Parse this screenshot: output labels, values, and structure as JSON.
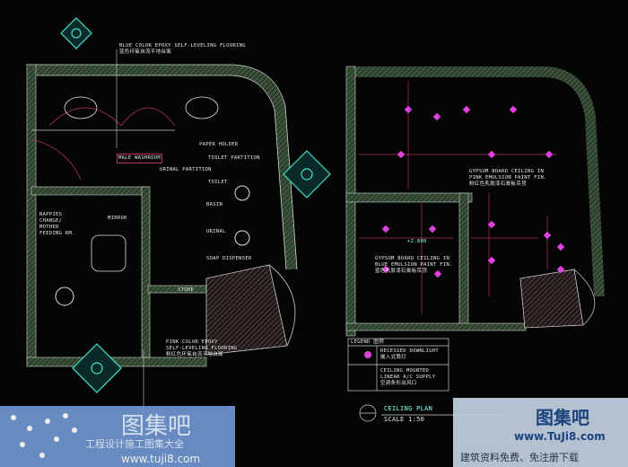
{
  "left_plan": {
    "floor_note_blue": "BLUE COLOR EPOXY SELF-LEVELING FLOORING\n蓝色环氧自流平地台面",
    "room_male": "MALE WASHROOM",
    "room_nappies": "NAPPIES\nCHANGE/\nMOTHER\nFEEDING RM.",
    "room_store": "STORE",
    "floor_note_pink": "PINK COLOR EPOXY\nSELF-LEVELING FLOORING\n粉红色环氧自流平地台面",
    "fixture_labels": [
      "PAPER HOLDER",
      "TOILET PARTITION",
      "URINAL PARTITION",
      "TOILET",
      "URINAL",
      "BASIN",
      "MIRROR",
      "SOAP DISPENSER"
    ]
  },
  "right_plan": {
    "ceiling_pink": "GYPSUM BOARD CEILING IN\nPINK EMULSION PAINT FIN.\n粉红色乳胶漆石膏板吊顶",
    "ceiling_blue": "GYPSUM BOARD CEILING IN\nBLUE EMULSION PAINT FIN.\n蓝色乳胶漆石膏板吊顶",
    "legend_title": "LEGEND 图例",
    "legend_items": [
      {
        "label": "RECESSED DOWNLIGHT\n嵌入式筒灯"
      },
      {
        "label": "CEILING MOUNTED\nLINEAR A/C SUPPLY\n空调条形出风口"
      }
    ],
    "plan_title": "CEILING PLAN",
    "scale": "SCALE 1:50",
    "level": "+2.800"
  },
  "watermark_left": {
    "logo": "图集吧",
    "slogan": "工程设计施工图集大全",
    "url": "www.tuji8.com"
  },
  "watermark_right": {
    "logo": "图集吧",
    "url": "www.TuJi8.com",
    "slogan": "建筑资料免费、免注册下载"
  },
  "colors": {
    "wall": "#3c5a3c",
    "wall_line": "#c8d8c8",
    "downlight": "#e040e0",
    "pink_line": "#b03060",
    "cyan": "#40e0d0"
  }
}
